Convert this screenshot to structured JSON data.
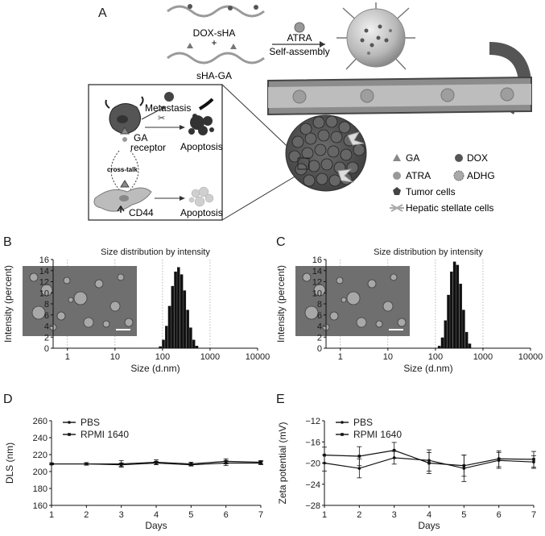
{
  "panels": {
    "A": "A",
    "B": "B",
    "C": "C",
    "D": "D",
    "E": "E"
  },
  "schematic": {
    "dox_sha": "DOX-sHA",
    "plus": "+",
    "sha_ga": "sHA-GA",
    "atra": "ATRA",
    "self_assembly": "Self-assembly",
    "metastasis": "Metastasis",
    "ga_receptor_1": "GA",
    "ga_receptor_2": "receptor",
    "crosstalk": "cross-talk",
    "apoptosis_1": "Apoptosis",
    "apoptosis_2": "Apoptosis",
    "cd44": "CD44",
    "legend": {
      "ga": "GA",
      "dox": "DOX",
      "atra": "ATRA",
      "adhg": "ADHG",
      "tumor": "Tumor cells",
      "hsc": "Hepatic stellate cells"
    }
  },
  "chart_data": [
    {
      "id": "B",
      "type": "bar",
      "title": "Size distribution by intensity",
      "xlabel": "Size (d.nm)",
      "ylabel": "Intensity (percent)",
      "xscale": "log",
      "xlim": [
        0.5,
        10000
      ],
      "ylim": [
        0,
        16
      ],
      "xticks": [
        1,
        10,
        100,
        1000,
        10000
      ],
      "xtick_labels": [
        "1",
        "10",
        "100",
        "1000",
        "10000"
      ],
      "yticks": [
        0,
        2,
        4,
        6,
        8,
        10,
        12,
        14,
        16
      ],
      "x": [
        91,
        106,
        122,
        142,
        164,
        190,
        220,
        255,
        295,
        342,
        396,
        459,
        531
      ],
      "values": [
        0.3,
        1.5,
        4.0,
        7.6,
        11.2,
        13.8,
        14.6,
        13.3,
        10.4,
        6.9,
        3.7,
        1.5,
        0.4
      ],
      "inset": "TEM micrograph"
    },
    {
      "id": "C",
      "type": "bar",
      "title": "Size distribution by intensity",
      "xlabel": "Size (d.nm)",
      "ylabel": "Intensity (percent)",
      "xscale": "log",
      "xlim": [
        0.5,
        10000
      ],
      "ylim": [
        0,
        16
      ],
      "xticks": [
        1,
        10,
        100,
        1000,
        10000
      ],
      "xtick_labels": [
        "1",
        "10",
        "100",
        "1000",
        "10000"
      ],
      "yticks": [
        0,
        2,
        4,
        6,
        8,
        10,
        12,
        14,
        16
      ],
      "x": [
        122,
        142,
        164,
        190,
        220,
        255,
        295,
        342,
        396,
        459,
        531
      ],
      "values": [
        0.4,
        1.9,
        5.0,
        9.6,
        13.8,
        15.6,
        15.0,
        11.6,
        6.9,
        2.9,
        0.8
      ],
      "inset": "TEM micrograph"
    },
    {
      "id": "D",
      "type": "line",
      "xlabel": "Days",
      "ylabel": "DLS (nm)",
      "xlim": [
        1,
        7
      ],
      "ylim": [
        160,
        260
      ],
      "xticks": [
        1,
        2,
        3,
        4,
        5,
        6,
        7
      ],
      "yticks": [
        160,
        180,
        200,
        220,
        240,
        260
      ],
      "series": [
        {
          "name": "PBS",
          "x": [
            1,
            2,
            3,
            4,
            5,
            6,
            7
          ],
          "y": [
            209,
            209,
            208,
            210,
            208,
            210,
            210
          ],
          "err": [
            1,
            1.5,
            2,
            2,
            1.5,
            3,
            2
          ]
        },
        {
          "name": "RPMI 1640",
          "x": [
            1,
            2,
            3,
            4,
            5,
            6,
            7
          ],
          "y": [
            209,
            209,
            209,
            211,
            209,
            212,
            211
          ],
          "err": [
            1,
            1.5,
            4,
            3,
            2,
            3,
            2
          ]
        }
      ]
    },
    {
      "id": "E",
      "type": "line",
      "xlabel": "Days",
      "ylabel": "Zeta potential (mV)",
      "xlim": [
        1,
        7
      ],
      "ylim": [
        -28,
        -12
      ],
      "xticks": [
        1,
        2,
        3,
        4,
        5,
        6,
        7
      ],
      "yticks": [
        -28,
        -24,
        -20,
        -16,
        -12
      ],
      "series": [
        {
          "name": "PBS",
          "x": [
            1,
            2,
            3,
            4,
            5,
            6,
            7
          ],
          "y": [
            -20,
            -21,
            -19,
            -19.5,
            -21,
            -19.5,
            -19.8
          ],
          "err": [
            1.5,
            1.8,
            1.2,
            2,
            2.5,
            1.5,
            1.2
          ]
        },
        {
          "name": "RPMI 1640",
          "x": [
            1,
            2,
            3,
            4,
            5,
            6,
            7
          ],
          "y": [
            -18.5,
            -18.7,
            -17.6,
            -20,
            -20.5,
            -19.2,
            -19.3
          ],
          "err": [
            1.5,
            1.8,
            1.5,
            2,
            2,
            1.5,
            1.5
          ]
        }
      ]
    }
  ]
}
